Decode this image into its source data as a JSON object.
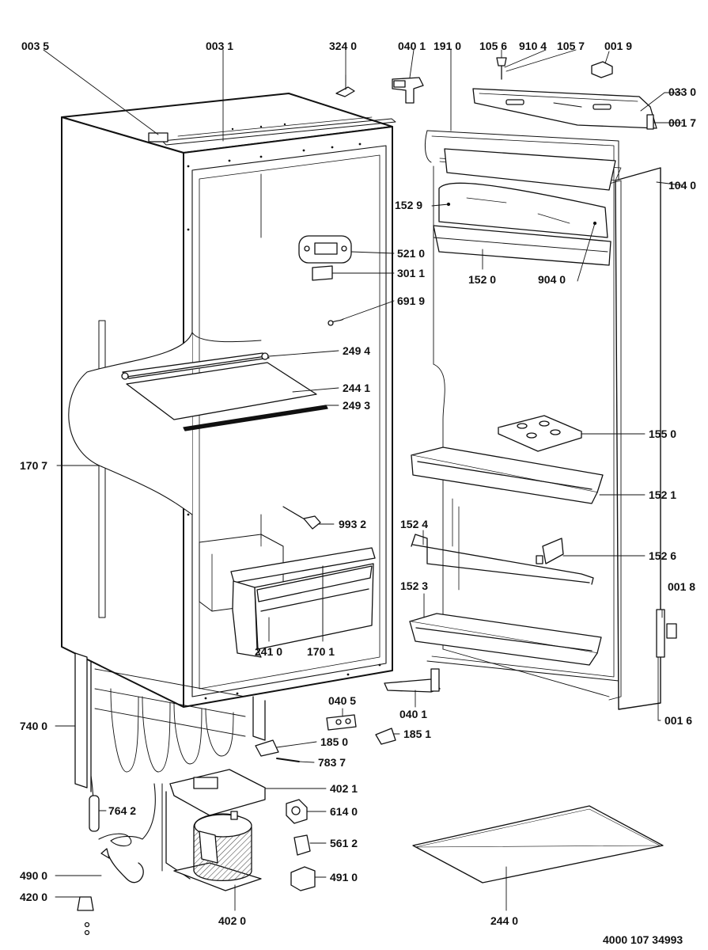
{
  "document_code": "4000 107 34993",
  "colors": {
    "ink": "#111111",
    "paper": "#ffffff",
    "hatch": "#555555",
    "shade": "#e6e6e6"
  },
  "parts": {
    "p0035": "003 5",
    "p0031": "003 1",
    "p3240": "324 0",
    "p0401_top": "040 1",
    "p1910": "191 0",
    "p1056": "105 6",
    "p9104": "910 4",
    "p1057": "105 7",
    "p0019": "001 9",
    "p0330": "033 0",
    "p0017": "001 7",
    "p1040": "104 0",
    "p1529": "152 9",
    "p5210": "521 0",
    "p3011": "301 1",
    "p1520": "152 0",
    "p9040": "904 0",
    "p6919": "691 9",
    "p2494": "249 4",
    "p2441": "244 1",
    "p2493": "249 3",
    "p1550": "155 0",
    "p1707": "170 7",
    "p1521": "152 1",
    "p9932": "993 2",
    "p1524": "152 4",
    "p1526": "152 6",
    "p1523": "152 3",
    "p0018": "001 8",
    "p2410": "241 0",
    "p1701": "170 1",
    "p0401_bottom": "040 1",
    "p0405": "040 5",
    "p0016": "001 6",
    "p7400": "740 0",
    "p1850": "185 0",
    "p1851": "185 1",
    "p7837": "783 7",
    "p4021": "402 1",
    "p7642": "764 2",
    "p6140": "614 0",
    "p5612": "561 2",
    "p4900": "490 0",
    "p4910": "491 0",
    "p4200": "420 0",
    "p4020": "402 0",
    "p2440": "244 0"
  }
}
